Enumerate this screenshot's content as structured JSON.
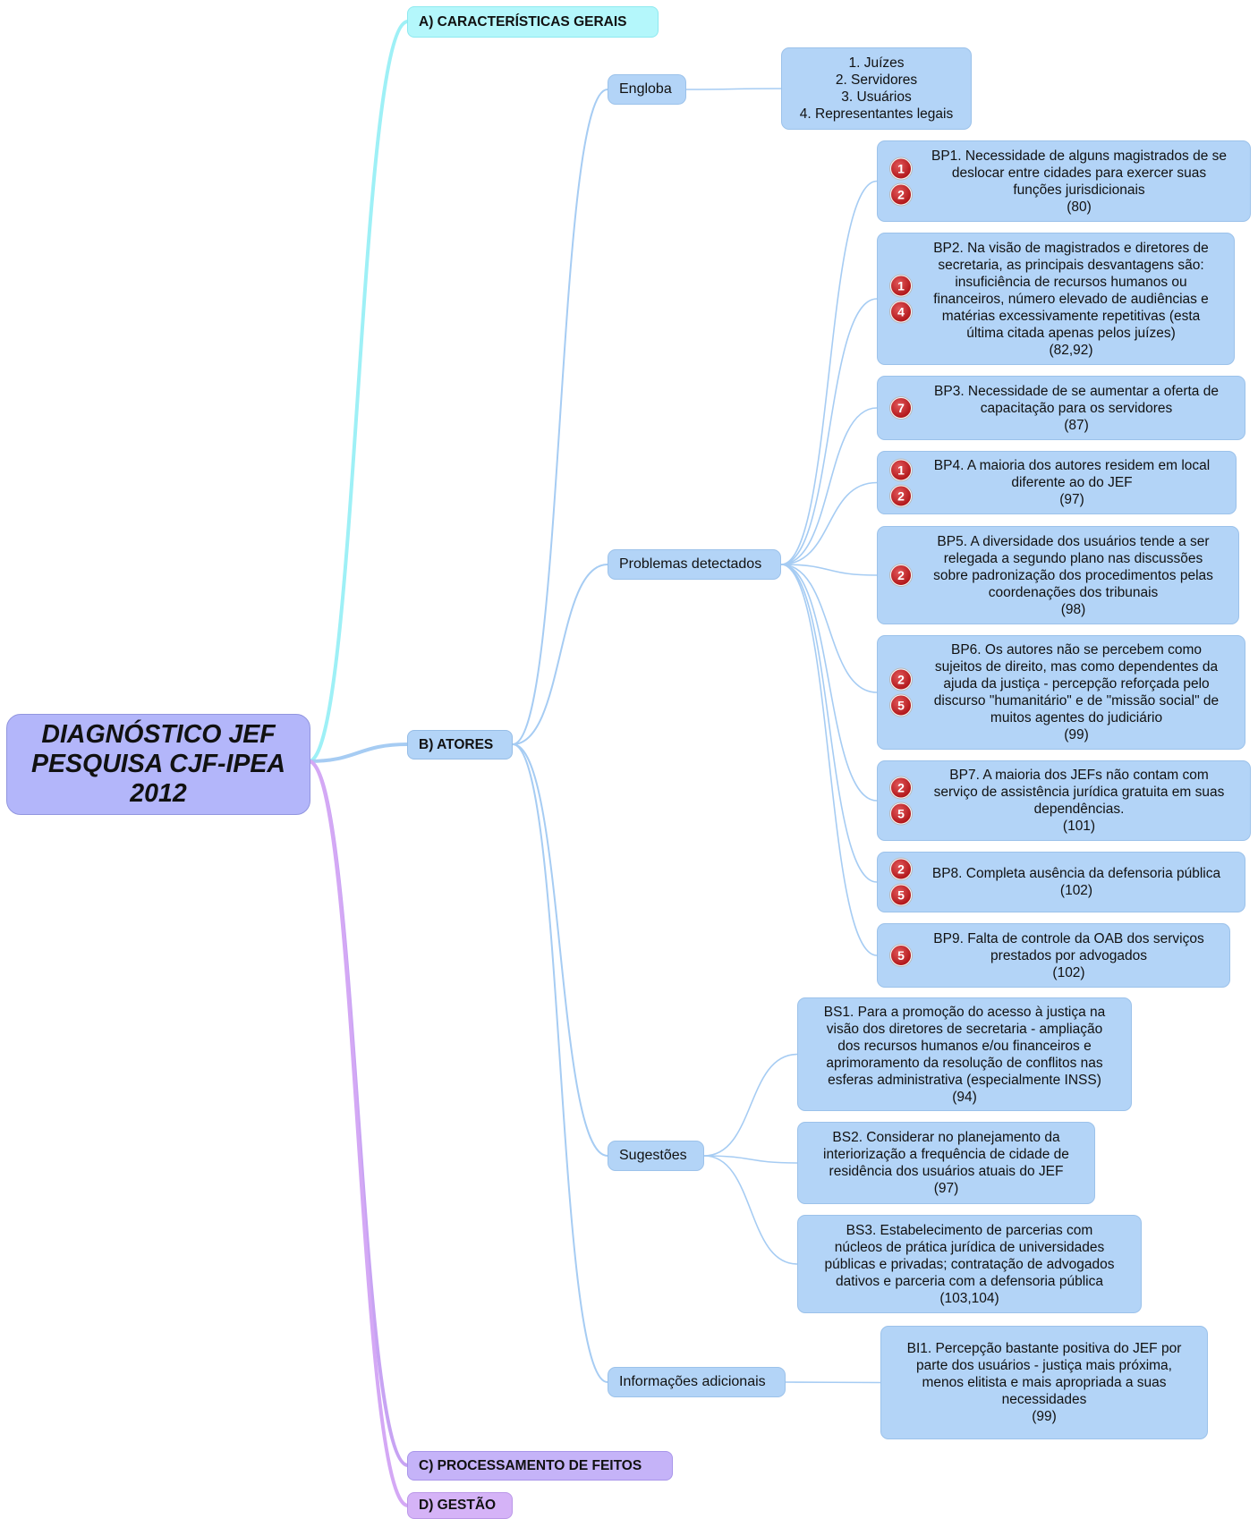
{
  "central": {
    "lines": [
      "DIAGNÓSTICO JEF",
      "PESQUISA CJF-IPEA",
      "2012"
    ]
  },
  "branches": {
    "a": "A) CARACTERÍSTICAS GERAIS",
    "b": "B) ATORES",
    "c": "C) PROCESSAMENTO DE FEITOS",
    "d": "D) GESTÃO"
  },
  "atores": {
    "engloba": {
      "label": "Engloba",
      "items": [
        "1. Juízes",
        "2. Servidores",
        "3. Usuários",
        "4. Representantes legais"
      ]
    },
    "problemas": {
      "label": "Problemas detectados",
      "items": [
        {
          "lines": [
            "BP1. Necessidade de alguns magistrados de se",
            "deslocar entre cidades para exercer suas",
            "funções jurisdicionais",
            "(80)"
          ],
          "badges": [
            "1",
            "2"
          ]
        },
        {
          "lines": [
            "BP2. Na visão de magistrados e diretores de",
            "secretaria, as principais desvantagens são:",
            "insuficiência de recursos humanos ou",
            "financeiros, número elevado de audiências e",
            "matérias excessivamente repetitivas (esta",
            "última citada apenas pelos juízes)",
            "(82,92)"
          ],
          "badges": [
            "1",
            "4"
          ]
        },
        {
          "lines": [
            "BP3. Necessidade de se aumentar a oferta de",
            "capacitação para os servidores",
            "(87)"
          ],
          "badges": [
            "7"
          ]
        },
        {
          "lines": [
            "BP4. A maioria dos autores residem em local",
            "diferente ao do JEF",
            "(97)"
          ],
          "badges": [
            "1",
            "2"
          ]
        },
        {
          "lines": [
            "BP5. A diversidade dos usuários tende a ser",
            "relegada a segundo plano nas discussões",
            "sobre padronização dos procedimentos pelas",
            "coordenações dos tribunais",
            "(98)"
          ],
          "badges": [
            "2"
          ]
        },
        {
          "lines": [
            "BP6. Os autores não se percebem como",
            "sujeitos de direito, mas como dependentes da",
            "ajuda da justiça - percepção reforçada pelo",
            "discurso \"humanitário\" e de \"missão social\" de",
            "muitos agentes do judiciário",
            "(99)"
          ],
          "badges": [
            "2",
            "5"
          ]
        },
        {
          "lines": [
            "BP7. A maioria dos JEFs não contam com",
            "serviço de assistência jurídica gratuita em suas",
            "dependências.",
            "(101)"
          ],
          "badges": [
            "2",
            "5"
          ]
        },
        {
          "lines": [
            "BP8. Completa ausência da defensoria pública",
            "(102)"
          ],
          "badges": [
            "2",
            "5"
          ]
        },
        {
          "lines": [
            "BP9. Falta de controle da OAB dos serviços",
            "prestados por advogados",
            "(102)"
          ],
          "badges": [
            "5"
          ]
        }
      ]
    },
    "sugestoes": {
      "label": "Sugestões",
      "items": [
        {
          "lines": [
            "BS1. Para a promoção do acesso à justiça na",
            "visão dos diretores de secretaria - ampliação",
            "dos recursos humanos e/ou financeiros e",
            "aprimoramento da resolução de conflitos nas",
            "esferas administrativa (especialmente INSS)",
            "(94)"
          ]
        },
        {
          "lines": [
            "BS2. Considerar no planejamento da",
            "interiorização a frequência de cidade de",
            "residência dos usuários atuais do JEF",
            "(97)"
          ]
        },
        {
          "lines": [
            "BS3. Estabelecimento de parcerias com",
            "núcleos de prática jurídica de universidades",
            "públicas e privadas; contratação de advogados",
            "dativos e parceria com a defensoria pública",
            "(103,104)"
          ]
        }
      ]
    },
    "informacoes": {
      "label": "Informações adicionais",
      "items": [
        {
          "lines": [
            "BI1. Percepção bastante positiva do JEF por",
            "parte dos usuários - justiça mais próxima,",
            "menos elitista e mais apropriada a suas",
            "necessidades",
            "(99)"
          ]
        }
      ]
    }
  },
  "colors": {
    "branch_a": "#b4f7fb",
    "branch_b": "#b3d4f7",
    "branch_c": "#c5b3f8",
    "branch_d": "#d5b3f7",
    "central": "#b3b6fa",
    "badge": "#c72b2e"
  }
}
